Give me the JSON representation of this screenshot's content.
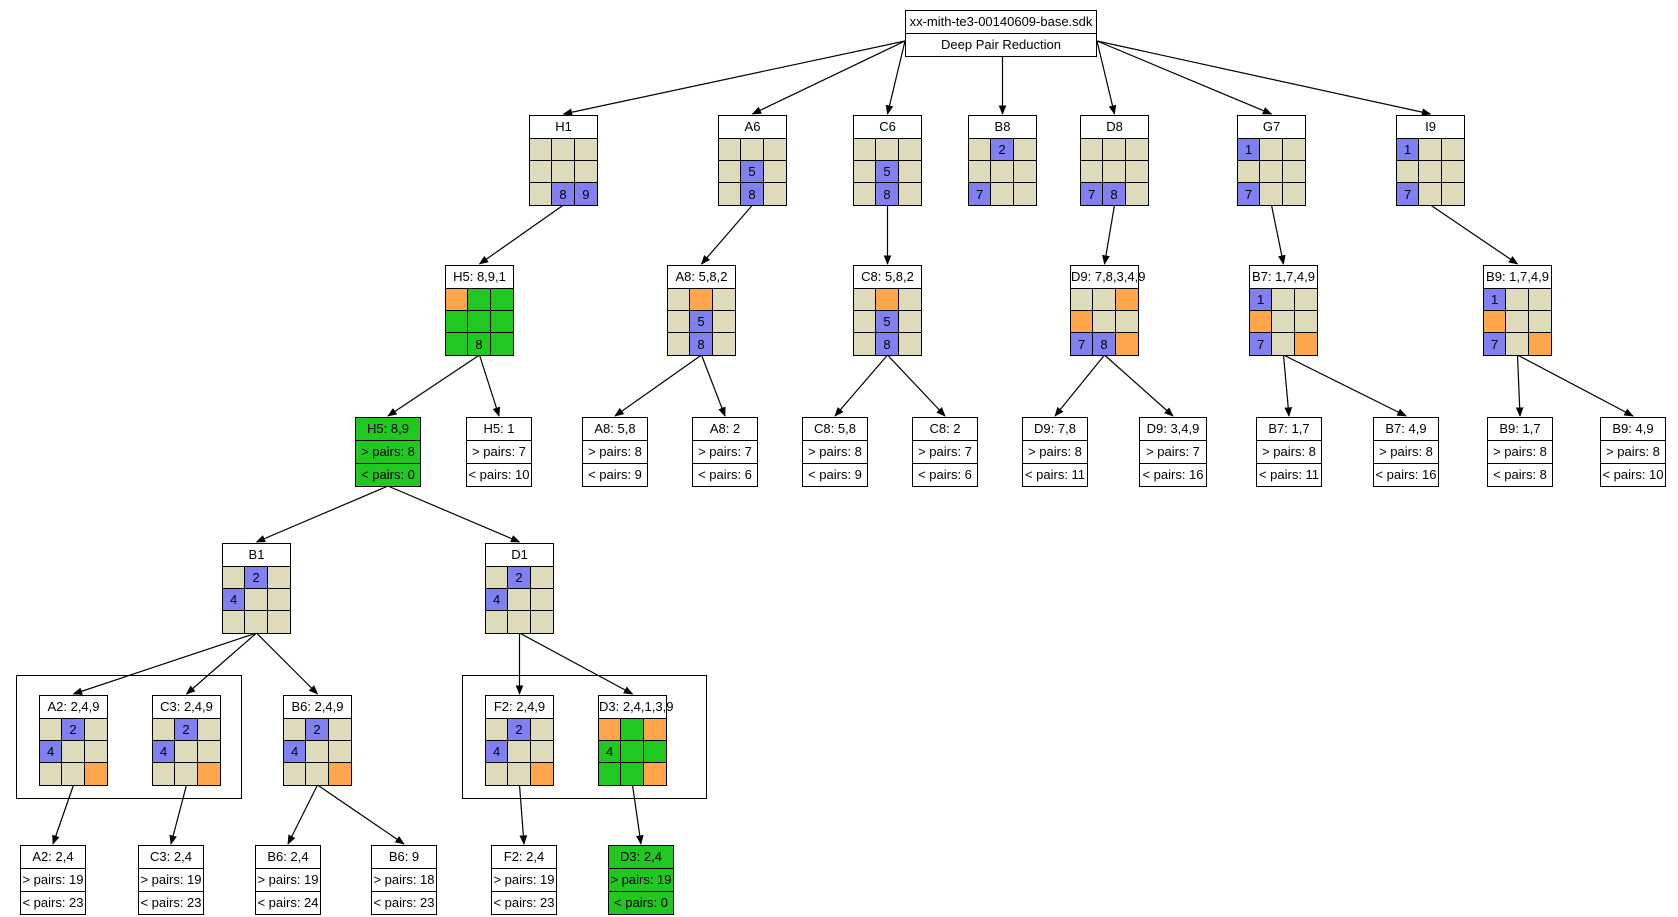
{
  "root": {
    "file": "xx-mith-te3-00140609-base.sdk",
    "method": "Deep Pair Reduction"
  },
  "boards": [
    {
      "id": "H1",
      "title": "H1",
      "cells": [
        [
          "e",
          ""
        ],
        [
          "e",
          ""
        ],
        [
          "e",
          ""
        ],
        [
          "e",
          ""
        ],
        [
          "e",
          ""
        ],
        [
          "e",
          ""
        ],
        [
          "e",
          ""
        ],
        [
          "p",
          "8"
        ],
        [
          "p",
          "9"
        ]
      ]
    },
    {
      "id": "A6",
      "title": "A6",
      "cells": [
        [
          "e",
          ""
        ],
        [
          "e",
          ""
        ],
        [
          "e",
          ""
        ],
        [
          "e",
          ""
        ],
        [
          "p",
          "5"
        ],
        [
          "e",
          ""
        ],
        [
          "e",
          ""
        ],
        [
          "p",
          "8"
        ],
        [
          "e",
          ""
        ]
      ]
    },
    {
      "id": "C6",
      "title": "C6",
      "cells": [
        [
          "e",
          ""
        ],
        [
          "e",
          ""
        ],
        [
          "e",
          ""
        ],
        [
          "e",
          ""
        ],
        [
          "p",
          "5"
        ],
        [
          "e",
          ""
        ],
        [
          "e",
          ""
        ],
        [
          "p",
          "8"
        ],
        [
          "e",
          ""
        ]
      ]
    },
    {
      "id": "B8",
      "title": "B8",
      "cells": [
        [
          "e",
          ""
        ],
        [
          "p",
          "2"
        ],
        [
          "e",
          ""
        ],
        [
          "e",
          ""
        ],
        [
          "e",
          ""
        ],
        [
          "e",
          ""
        ],
        [
          "p",
          "7"
        ],
        [
          "e",
          ""
        ],
        [
          "e",
          ""
        ]
      ]
    },
    {
      "id": "D8",
      "title": "D8",
      "cells": [
        [
          "e",
          ""
        ],
        [
          "e",
          ""
        ],
        [
          "e",
          ""
        ],
        [
          "e",
          ""
        ],
        [
          "e",
          ""
        ],
        [
          "e",
          ""
        ],
        [
          "p",
          "7"
        ],
        [
          "p",
          "8"
        ],
        [
          "e",
          ""
        ]
      ]
    },
    {
      "id": "G7",
      "title": "G7",
      "cells": [
        [
          "p",
          "1"
        ],
        [
          "e",
          ""
        ],
        [
          "e",
          ""
        ],
        [
          "e",
          ""
        ],
        [
          "e",
          ""
        ],
        [
          "e",
          ""
        ],
        [
          "p",
          "7"
        ],
        [
          "e",
          ""
        ],
        [
          "e",
          ""
        ]
      ]
    },
    {
      "id": "I9",
      "title": "I9",
      "cells": [
        [
          "p",
          "1"
        ],
        [
          "e",
          ""
        ],
        [
          "e",
          ""
        ],
        [
          "e",
          ""
        ],
        [
          "e",
          ""
        ],
        [
          "e",
          ""
        ],
        [
          "p",
          "7"
        ],
        [
          "e",
          ""
        ],
        [
          "e",
          ""
        ]
      ]
    },
    {
      "id": "H5",
      "title": "H5: 8,9,1",
      "cells": [
        [
          "o",
          ""
        ],
        [
          "g",
          ""
        ],
        [
          "g",
          ""
        ],
        [
          "g",
          ""
        ],
        [
          "g",
          ""
        ],
        [
          "g",
          ""
        ],
        [
          "g",
          ""
        ],
        [
          "g",
          "8"
        ],
        [
          "g",
          ""
        ]
      ]
    },
    {
      "id": "A8",
      "title": "A8: 5,8,2",
      "cells": [
        [
          "e",
          ""
        ],
        [
          "o",
          ""
        ],
        [
          "e",
          ""
        ],
        [
          "e",
          ""
        ],
        [
          "p",
          "5"
        ],
        [
          "e",
          ""
        ],
        [
          "e",
          ""
        ],
        [
          "p",
          "8"
        ],
        [
          "e",
          ""
        ]
      ]
    },
    {
      "id": "C8",
      "title": "C8: 5,8,2",
      "cells": [
        [
          "e",
          ""
        ],
        [
          "o",
          ""
        ],
        [
          "e",
          ""
        ],
        [
          "e",
          ""
        ],
        [
          "p",
          "5"
        ],
        [
          "e",
          ""
        ],
        [
          "e",
          ""
        ],
        [
          "p",
          "8"
        ],
        [
          "e",
          ""
        ]
      ]
    },
    {
      "id": "D9",
      "title": "D9: 7,8,3,4,9",
      "cells": [
        [
          "e",
          ""
        ],
        [
          "e",
          ""
        ],
        [
          "o",
          ""
        ],
        [
          "o",
          ""
        ],
        [
          "e",
          ""
        ],
        [
          "e",
          ""
        ],
        [
          "p",
          "7"
        ],
        [
          "p",
          "8"
        ],
        [
          "o",
          ""
        ]
      ]
    },
    {
      "id": "B7",
      "title": "B7: 1,7,4,9",
      "cells": [
        [
          "p",
          "1"
        ],
        [
          "e",
          ""
        ],
        [
          "e",
          ""
        ],
        [
          "o",
          ""
        ],
        [
          "e",
          ""
        ],
        [
          "e",
          ""
        ],
        [
          "p",
          "7"
        ],
        [
          "e",
          ""
        ],
        [
          "o",
          ""
        ]
      ]
    },
    {
      "id": "B9",
      "title": "B9: 1,7,4,9",
      "cells": [
        [
          "p",
          "1"
        ],
        [
          "e",
          ""
        ],
        [
          "e",
          ""
        ],
        [
          "o",
          ""
        ],
        [
          "e",
          ""
        ],
        [
          "e",
          ""
        ],
        [
          "p",
          "7"
        ],
        [
          "e",
          ""
        ],
        [
          "o",
          ""
        ]
      ]
    },
    {
      "id": "B1",
      "title": "B1",
      "cells": [
        [
          "e",
          ""
        ],
        [
          "p",
          "2"
        ],
        [
          "e",
          ""
        ],
        [
          "p",
          "4"
        ],
        [
          "e",
          ""
        ],
        [
          "e",
          ""
        ],
        [
          "e",
          ""
        ],
        [
          "e",
          ""
        ],
        [
          "e",
          ""
        ]
      ]
    },
    {
      "id": "D1",
      "title": "D1",
      "cells": [
        [
          "e",
          ""
        ],
        [
          "p",
          "2"
        ],
        [
          "e",
          ""
        ],
        [
          "p",
          "4"
        ],
        [
          "e",
          ""
        ],
        [
          "e",
          ""
        ],
        [
          "e",
          ""
        ],
        [
          "e",
          ""
        ],
        [
          "e",
          ""
        ]
      ]
    },
    {
      "id": "A2",
      "title": "A2: 2,4,9",
      "cells": [
        [
          "e",
          ""
        ],
        [
          "p",
          "2"
        ],
        [
          "e",
          ""
        ],
        [
          "p",
          "4"
        ],
        [
          "e",
          ""
        ],
        [
          "e",
          ""
        ],
        [
          "e",
          ""
        ],
        [
          "e",
          ""
        ],
        [
          "o",
          ""
        ]
      ]
    },
    {
      "id": "C3",
      "title": "C3: 2,4,9",
      "cells": [
        [
          "e",
          ""
        ],
        [
          "p",
          "2"
        ],
        [
          "e",
          ""
        ],
        [
          "p",
          "4"
        ],
        [
          "e",
          ""
        ],
        [
          "e",
          ""
        ],
        [
          "e",
          ""
        ],
        [
          "e",
          ""
        ],
        [
          "o",
          ""
        ]
      ]
    },
    {
      "id": "B6",
      "title": "B6: 2,4,9",
      "cells": [
        [
          "e",
          ""
        ],
        [
          "p",
          "2"
        ],
        [
          "e",
          ""
        ],
        [
          "p",
          "4"
        ],
        [
          "e",
          ""
        ],
        [
          "e",
          ""
        ],
        [
          "e",
          ""
        ],
        [
          "e",
          ""
        ],
        [
          "o",
          ""
        ]
      ]
    },
    {
      "id": "F2",
      "title": "F2: 2,4,9",
      "cells": [
        [
          "e",
          ""
        ],
        [
          "p",
          "2"
        ],
        [
          "e",
          ""
        ],
        [
          "p",
          "4"
        ],
        [
          "e",
          ""
        ],
        [
          "e",
          ""
        ],
        [
          "e",
          ""
        ],
        [
          "e",
          ""
        ],
        [
          "o",
          ""
        ]
      ]
    },
    {
      "id": "D3",
      "title": "D3: 2,4,1,3,9",
      "cells": [
        [
          "o",
          ""
        ],
        [
          "g",
          ""
        ],
        [
          "o",
          ""
        ],
        [
          "g",
          "4"
        ],
        [
          "g",
          ""
        ],
        [
          "g",
          ""
        ],
        [
          "g",
          ""
        ],
        [
          "g",
          ""
        ],
        [
          "o",
          ""
        ]
      ]
    }
  ],
  "results": [
    {
      "id": "H5a",
      "title": "H5: 8,9",
      "more": "> pairs: 8",
      "less": "< pairs: 0",
      "highlight": true
    },
    {
      "id": "H5b",
      "title": "H5: 1",
      "more": "> pairs: 7",
      "less": "< pairs: 10",
      "highlight": false
    },
    {
      "id": "A8a",
      "title": "A8: 5,8",
      "more": "> pairs: 8",
      "less": "< pairs: 9",
      "highlight": false
    },
    {
      "id": "A8b",
      "title": "A8: 2",
      "more": "> pairs: 7",
      "less": "< pairs: 6",
      "highlight": false
    },
    {
      "id": "C8a",
      "title": "C8: 5,8",
      "more": "> pairs: 8",
      "less": "< pairs: 9",
      "highlight": false
    },
    {
      "id": "C8b",
      "title": "C8: 2",
      "more": "> pairs: 7",
      "less": "< pairs: 6",
      "highlight": false
    },
    {
      "id": "D9a",
      "title": "D9: 7,8",
      "more": "> pairs: 8",
      "less": "< pairs: 11",
      "highlight": false
    },
    {
      "id": "D9b",
      "title": "D9: 3,4,9",
      "more": "> pairs: 7",
      "less": "< pairs: 16",
      "highlight": false
    },
    {
      "id": "B7a",
      "title": "B7: 1,7",
      "more": "> pairs: 8",
      "less": "< pairs: 11",
      "highlight": false
    },
    {
      "id": "B7b",
      "title": "B7: 4,9",
      "more": "> pairs: 8",
      "less": "< pairs: 16",
      "highlight": false
    },
    {
      "id": "B9a",
      "title": "B9: 1,7",
      "more": "> pairs: 8",
      "less": "< pairs: 8",
      "highlight": false
    },
    {
      "id": "B9b",
      "title": "B9: 4,9",
      "more": "> pairs: 8",
      "less": "< pairs: 10",
      "highlight": false
    },
    {
      "id": "A2r",
      "title": "A2: 2,4",
      "more": "> pairs: 19",
      "less": "< pairs: 23",
      "highlight": false
    },
    {
      "id": "C3r",
      "title": "C3: 2,4",
      "more": "> pairs: 19",
      "less": "< pairs: 23",
      "highlight": false
    },
    {
      "id": "B6a",
      "title": "B6: 2,4",
      "more": "> pairs: 19",
      "less": "< pairs: 24",
      "highlight": false
    },
    {
      "id": "B6b",
      "title": "B6: 9",
      "more": "> pairs: 18",
      "less": "< pairs: 23",
      "highlight": false
    },
    {
      "id": "F2r",
      "title": "F2: 2,4",
      "more": "> pairs: 19",
      "less": "< pairs: 23",
      "highlight": false
    },
    {
      "id": "D3r",
      "title": "D3: 2,4",
      "more": "> pairs: 19",
      "less": "< pairs: 0",
      "highlight": true
    }
  ],
  "colors": {
    "empty": "#dddbb9",
    "pencil": "#8080f0",
    "orange": "#ffa64d",
    "green": "#20c820"
  }
}
